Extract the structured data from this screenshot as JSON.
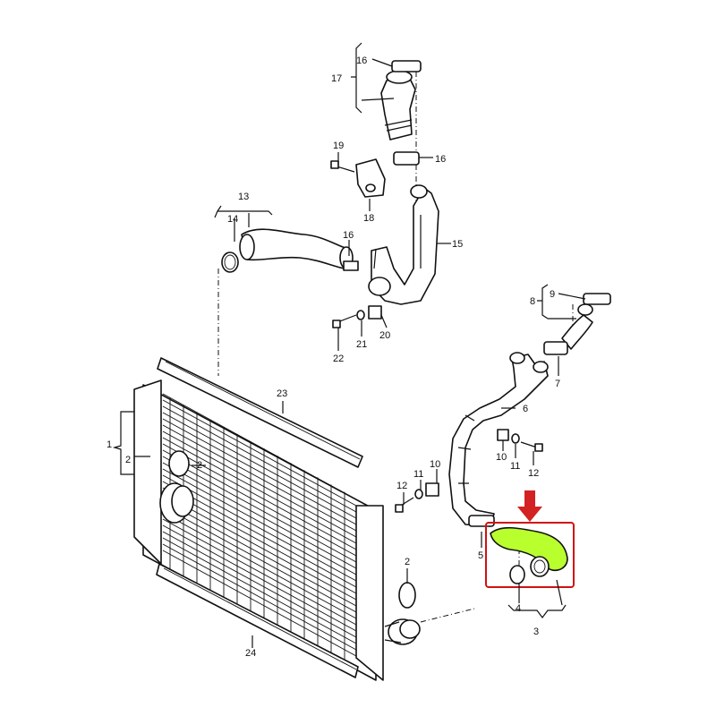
{
  "labels": {
    "n1": "1",
    "n2a": "2",
    "n2b": "2",
    "n2c": "2",
    "n3": "3",
    "n4": "4",
    "n5": "5",
    "n6": "6",
    "n7": "7",
    "n8": "8",
    "n9": "9",
    "n10a": "10",
    "n10b": "10",
    "n11a": "11",
    "n11b": "11",
    "n12a": "12",
    "n12b": "12",
    "n13": "13",
    "n14": "14",
    "n15": "15",
    "n16a": "16",
    "n16b": "16",
    "n16c": "16",
    "n17": "17",
    "n18": "18",
    "n19": "19",
    "n20": "20",
    "n21": "21",
    "n22": "22",
    "n23": "23",
    "n24": "24"
  },
  "colors": {
    "highlight": "#b9ff2e",
    "frame": "#d11111",
    "arrow": "#d22222"
  }
}
